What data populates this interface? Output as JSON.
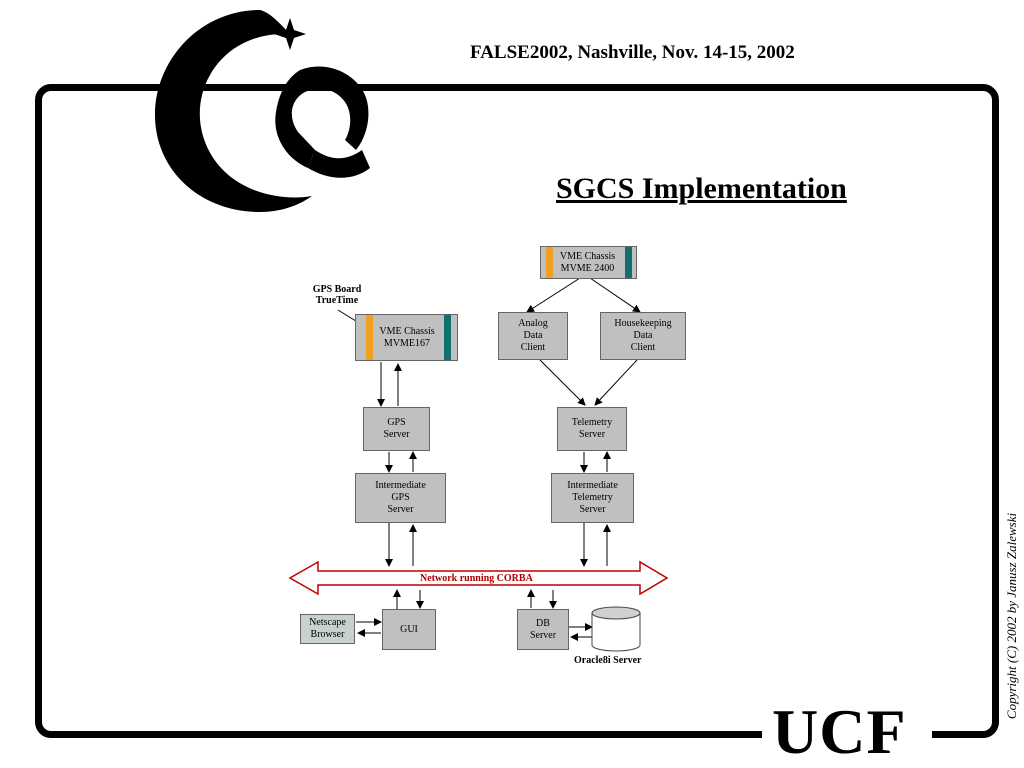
{
  "header": {
    "conference": "FALSE2002, Nashville,  Nov. 14-15, 2002"
  },
  "slide": {
    "title": "SGCS Implementation"
  },
  "footer": {
    "logo_text": "UCF",
    "copyright": "Copyright  (C) 2002 by Janusz Zalewski"
  },
  "diagram": {
    "gps_board_label": "GPS Board\nTrueTime",
    "vme_chassis_167": "VME Chassis\nMVME167",
    "vme_chassis_2400": "VME Chassis\nMVME 2400",
    "analog_client": "Analog\nData\nClient",
    "housekeeping_client": "Housekeeping\nData\nClient",
    "gps_server": "GPS\nServer",
    "telemetry_server": "Telemetry\nServer",
    "intermediate_gps_server": "Intermediate\nGPS\nServer",
    "intermediate_telemetry_server": "Intermediate\nTelemetry\nServer",
    "network_label": "Network running CORBA",
    "netscape_browser": "Netscape\nBrowser",
    "gui": "GUI",
    "db_server": "DB\nServer",
    "oracle_server": "Oracle8i Server",
    "colors": {
      "network_line": "#c00000",
      "box_fill": "#c0c0c0",
      "strip_orange": "#f0a020",
      "strip_teal": "#107070"
    }
  }
}
